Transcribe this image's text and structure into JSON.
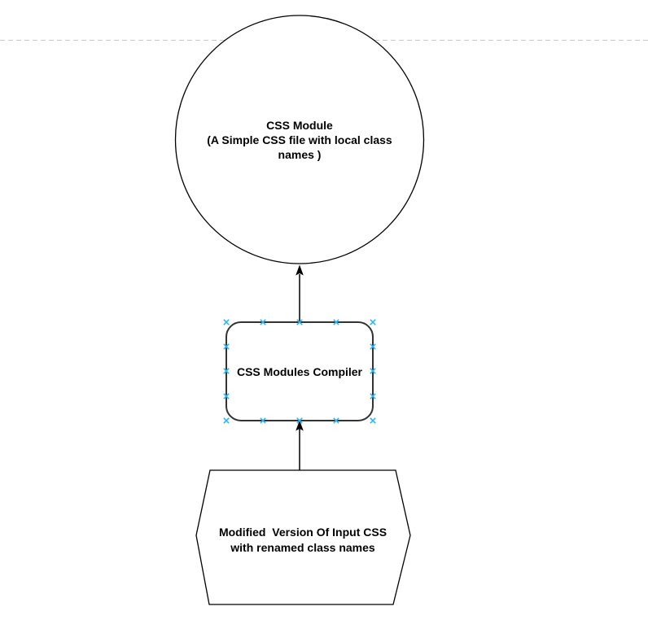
{
  "colors": {
    "background": "#ffffff",
    "shape_stroke": "#000000",
    "compiler_stroke": "#333333",
    "edge_stroke": "#000000",
    "arrow_fill": "#000000",
    "page_guide": "#c8c8c8",
    "connection_point": "#29b6f2",
    "text": "#000000"
  },
  "diagram": {
    "nodes": [
      {
        "id": "css-module",
        "shape": "circle",
        "lines": [
          "CSS Module",
          "(A Simple CSS file with local class",
          "names )"
        ]
      },
      {
        "id": "css-modules-compiler",
        "shape": "rounded-rectangle",
        "lines": [
          "CSS Modules Compiler"
        ]
      },
      {
        "id": "modified-input-css",
        "shape": "hexagon",
        "lines": [
          "Modified  Version Of Input CSS",
          "with renamed class names"
        ]
      }
    ],
    "edges": [
      {
        "id": "compiler-to-module",
        "from": "css-modules-compiler",
        "to": "css-module"
      },
      {
        "id": "input-to-compiler",
        "from": "modified-input-css",
        "to": "css-modules-compiler"
      }
    ]
  }
}
